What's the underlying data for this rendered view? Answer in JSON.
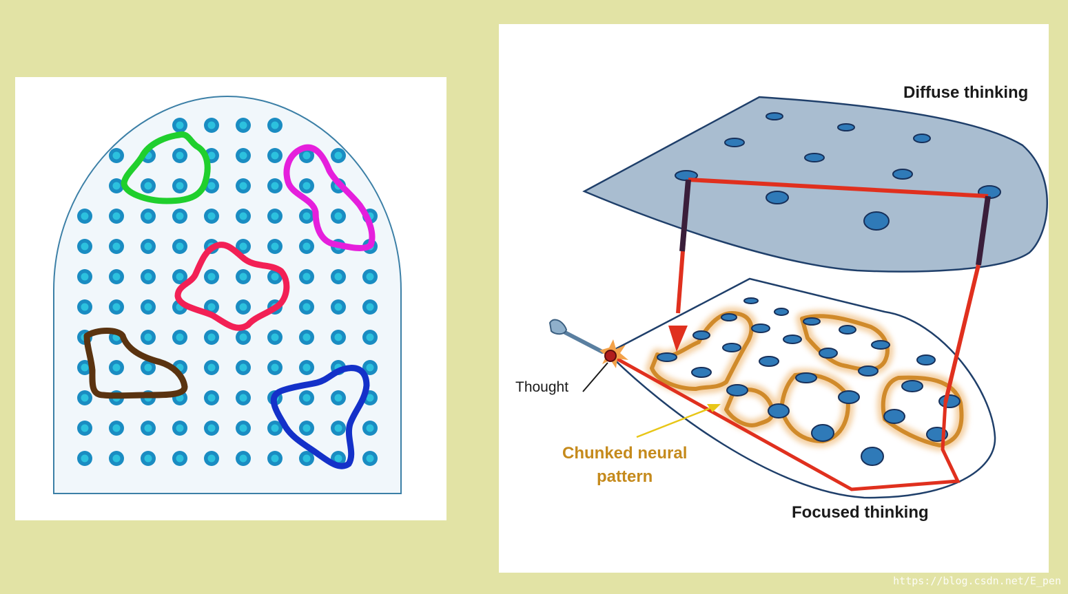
{
  "left_figure": {
    "dot_grid": {
      "rows": 12,
      "cols": 10
    },
    "colors": {
      "background": "#e2e3a5",
      "shape_fill": "#f1f7fb",
      "shape_stroke": "#3b7fa6",
      "dot_outer": "#1a8cc2",
      "dot_inner": "#2cc1de"
    },
    "chunks": [
      {
        "name": "green",
        "color": "#20cf2d"
      },
      {
        "name": "magenta",
        "color": "#e51fdc"
      },
      {
        "name": "red",
        "color": "#f22055"
      },
      {
        "name": "brown",
        "color": "#5a3310"
      },
      {
        "name": "blue",
        "color": "#1431c9"
      }
    ]
  },
  "right_figure": {
    "labels": {
      "diffuse": "Diffuse thinking",
      "focused": "Focused thinking",
      "thought": "Thought",
      "chunk_line1": "Chunked neural",
      "chunk_line2": "pattern"
    },
    "colors": {
      "diffuse_plane": "#a9bdd0",
      "plane_stroke": "#1f3f6a",
      "neuron": "#2f7ab8",
      "path": "#e0301e",
      "chunk_glow": "#d08a2a",
      "chunk_label": "#c58a1c"
    }
  },
  "watermark": "https://blog.csdn.net/E_pen"
}
